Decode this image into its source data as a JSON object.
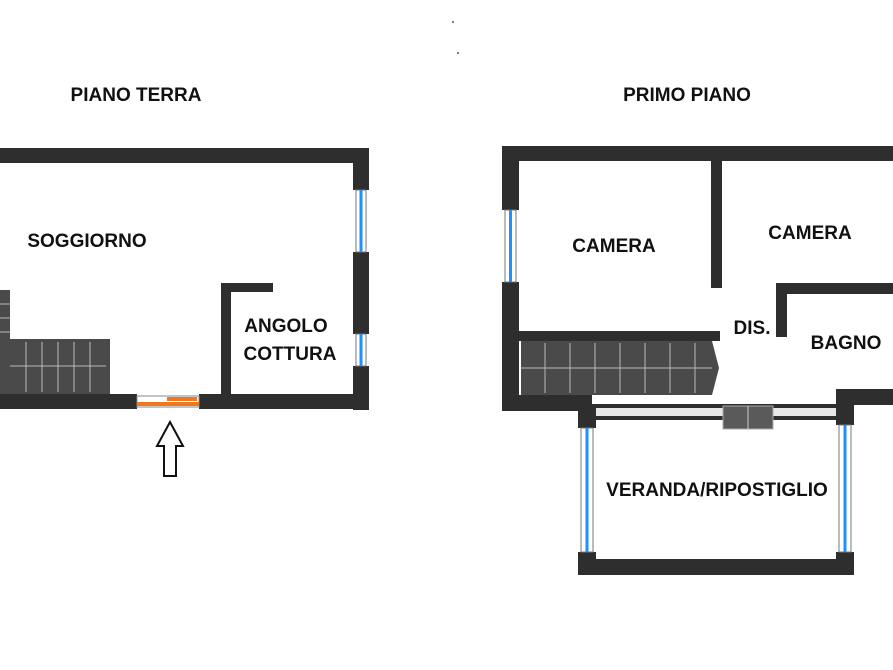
{
  "floors": {
    "ground": {
      "title": "PIANO TERRA",
      "rooms": {
        "living": "SOGGIORNO",
        "kitchen_line1": "ANGOLO",
        "kitchen_line2": "COTTURA"
      }
    },
    "first": {
      "title": "PRIMO PIANO",
      "rooms": {
        "bedroom_left": "CAMERA",
        "bedroom_right": "CAMERA",
        "landing": "DIS.",
        "bathroom": "BAGNO",
        "veranda": "VERANDA/RIPOSTIGLIO"
      }
    }
  },
  "colors": {
    "wall": "#2e2e2e",
    "window": "#1e90ff",
    "door": "#f07820",
    "stairs": "#4a4a4a"
  }
}
